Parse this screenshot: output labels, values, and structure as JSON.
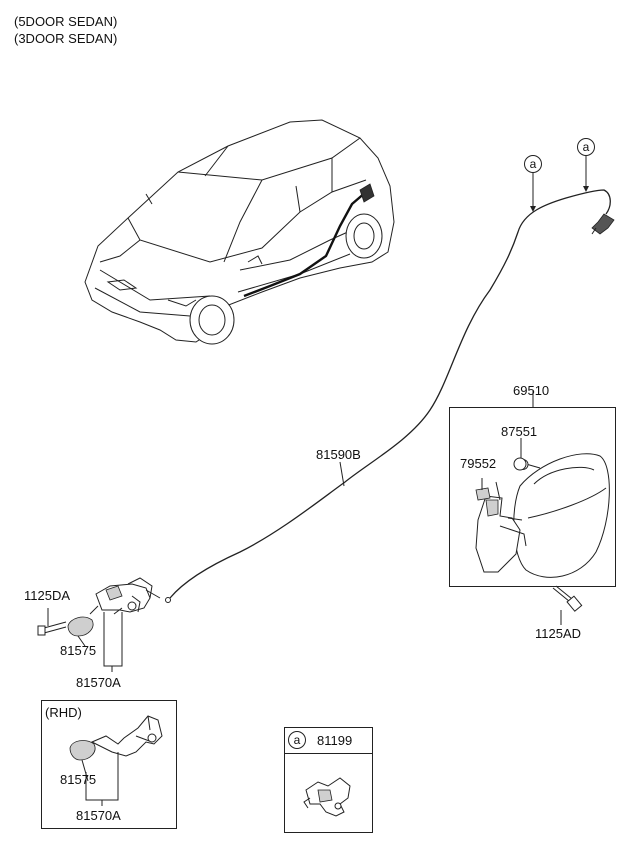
{
  "header": {
    "line1": "(5DOOR SEDAN)",
    "line2": "(3DOOR SEDAN)"
  },
  "callouts": {
    "a1": "a",
    "a2": "a",
    "a_legend": "a"
  },
  "parts": {
    "cable": "81590B",
    "fuel_door_assy": "69510",
    "part_87551": "87551",
    "part_79552": "79552",
    "screw_right": "1125AD",
    "bolt_left": "1125DA",
    "cap_left": "81575",
    "bracket_left": "81570A",
    "rhd_label": "(RHD)",
    "cap_rhd": "81575",
    "bracket_rhd": "81570A",
    "connector": "81199"
  },
  "icons": [
    "car-illustration",
    "cable-line",
    "fuel-door-lid",
    "lever-bracket",
    "clip-connector",
    "bolt-icon",
    "screw-icon"
  ]
}
